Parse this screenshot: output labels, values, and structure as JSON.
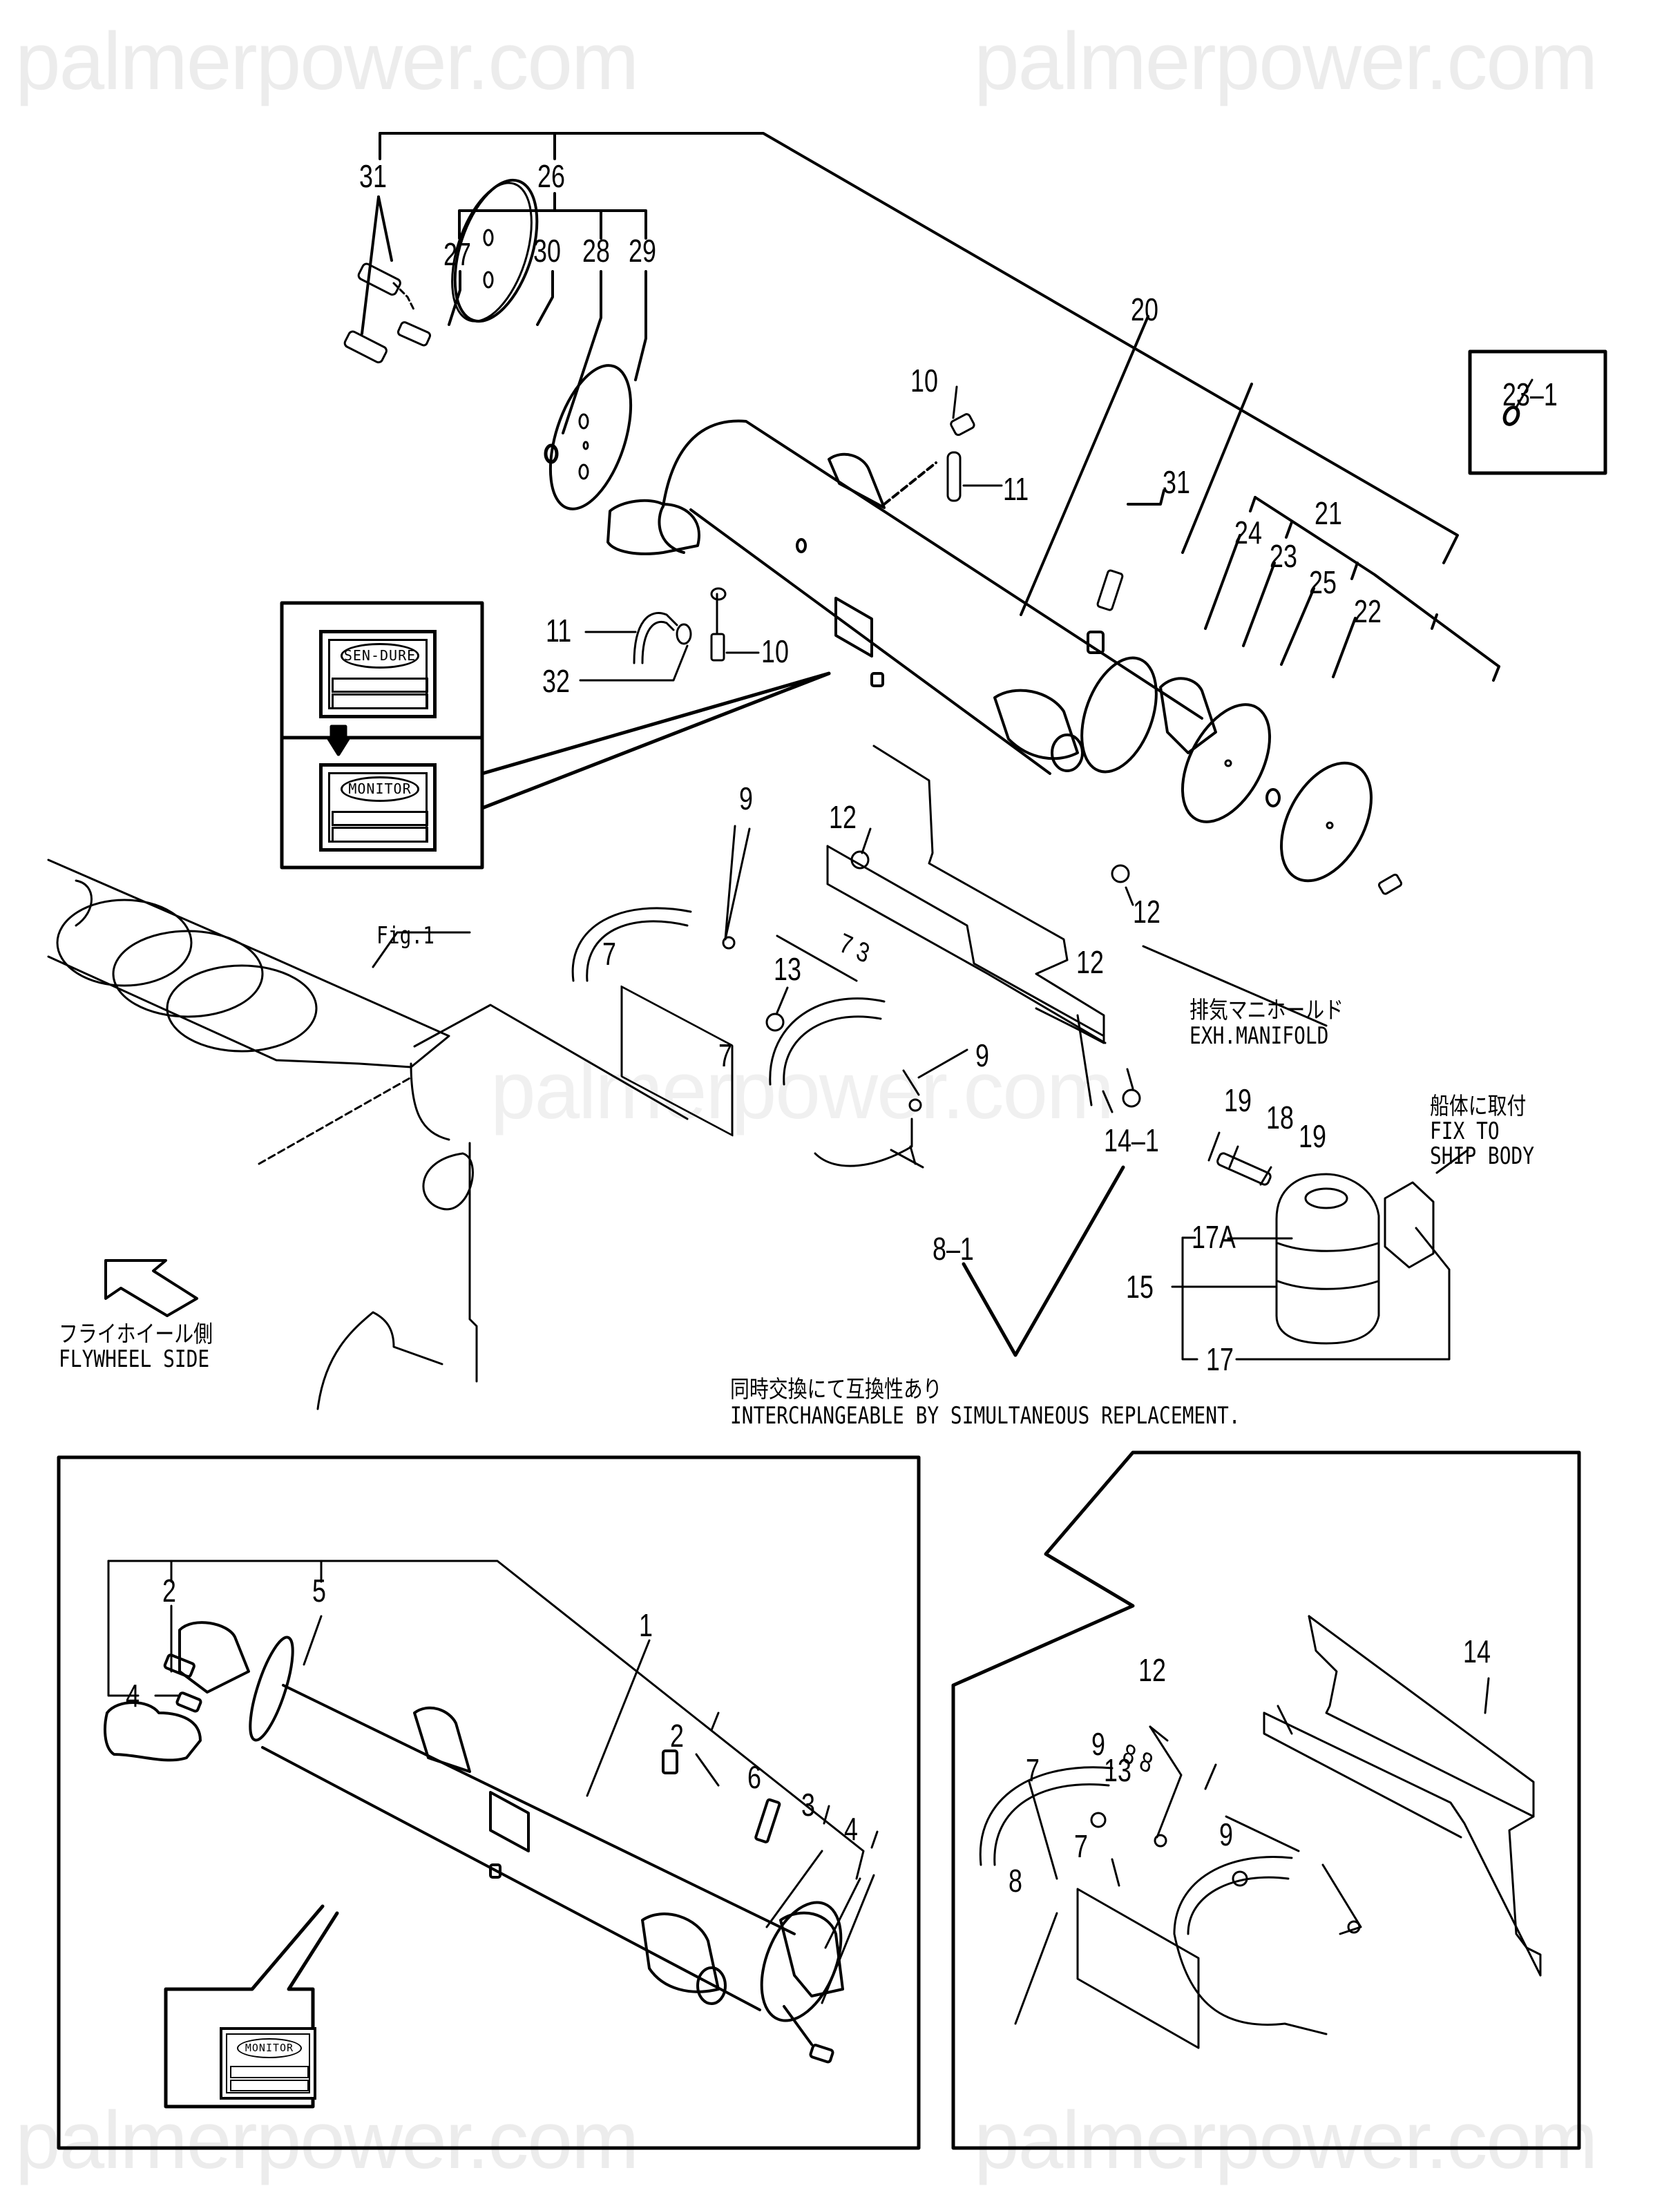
{
  "watermark": {
    "text": "palmerpower.com",
    "color": "#ececec"
  },
  "upper_assembly": {
    "callouts": {
      "c31_top": "31",
      "c26": "26",
      "c27": "27",
      "c30": "30",
      "c28": "28",
      "c29": "29",
      "c20": "20",
      "c10_top": "10",
      "c11_right": "11",
      "c31_right": "31",
      "c21": "21",
      "c24": "24",
      "c23": "23",
      "c25": "25",
      "c22": "22",
      "c11_left": "11",
      "c32": "32",
      "c10_left": "10",
      "c9_a": "9",
      "c12_a": "12",
      "c12_b": "12",
      "c12_c": "12",
      "c7_a": "7",
      "c7_b": "7",
      "c13": "13",
      "c73": "7 3",
      "c9_b": "9",
      "c14_1": "14–1",
      "c8_1": "8–1",
      "c19_a": "19",
      "c18": "18",
      "c19_b": "19",
      "c17A": "17A",
      "c15": "15",
      "c17": "17"
    },
    "inset_23_1": {
      "label": "23–1"
    },
    "label_change": {
      "old_plate": "SEN-DURE",
      "new_plate": "MONITOR"
    },
    "fig_ref": "Fig.1",
    "exh_manifold": {
      "jp": "排気マニホールド",
      "en": "EXH.MANIFOLD"
    },
    "fix_to_ship": {
      "jp": "船体に取付",
      "en_line1": "FIX TO",
      "en_line2": "SHIP BODY"
    },
    "flywheel_side": {
      "jp": "フライホイール側",
      "en": "FLYWHEEL SIDE"
    },
    "interchangeable_note": {
      "jp": "同時交換にて互換性あり",
      "en": "INTERCHANGEABLE BY SIMULTANEOUS REPLACEMENT."
    }
  },
  "lower_left_assembly": {
    "callouts": {
      "c2_a": "2",
      "c5": "5",
      "c4_a": "4",
      "c1": "1",
      "c2_b": "2",
      "c6": "6",
      "c3": "3",
      "c4_b": "4"
    },
    "plate": "MONITOR"
  },
  "lower_right_assembly": {
    "callouts": {
      "c14": "14",
      "c12": "12",
      "c9_a": "9",
      "c88": "8 8",
      "c7_a": "7",
      "c13": "13",
      "c9_b": "9",
      "c7_b": "7",
      "c8": "8"
    }
  }
}
